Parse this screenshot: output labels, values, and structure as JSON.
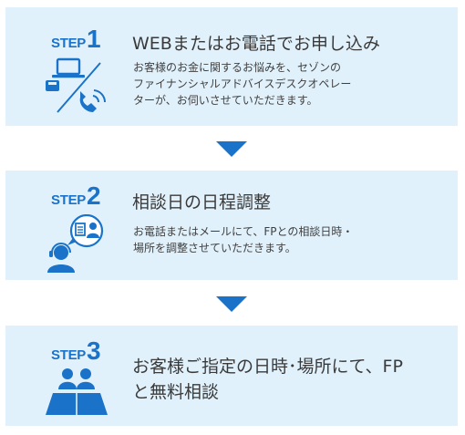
{
  "steps": [
    {
      "badge_word": "STEP",
      "badge_num": "1",
      "title": "WEBまたはお電話でお申し込み",
      "description_lines": [
        "お客様のお金に関するお悩みを、セゾンの",
        "ファイナンシャルアドバイスデスクオペレー",
        "ターが、お伺いさせていただきます。"
      ],
      "icon": "web-or-phone-icon"
    },
    {
      "badge_word": "STEP",
      "badge_num": "2",
      "title": "相談日の日程調整",
      "description_lines": [
        "お電話またはメールにて、FPとの相談日時・",
        "場所を調整させていただきます。"
      ],
      "icon": "operator-chat-icon"
    },
    {
      "badge_word": "STEP",
      "badge_num": "3",
      "title_lines": [
        "お客様ご指定の日時･場所にて、FP",
        "と無料相談"
      ],
      "icon": "consultation-meeting-icon"
    }
  ],
  "colors": {
    "accent": "#1a73c8",
    "card_bg": "#e1f1fb",
    "text": "#3a3a3a"
  }
}
